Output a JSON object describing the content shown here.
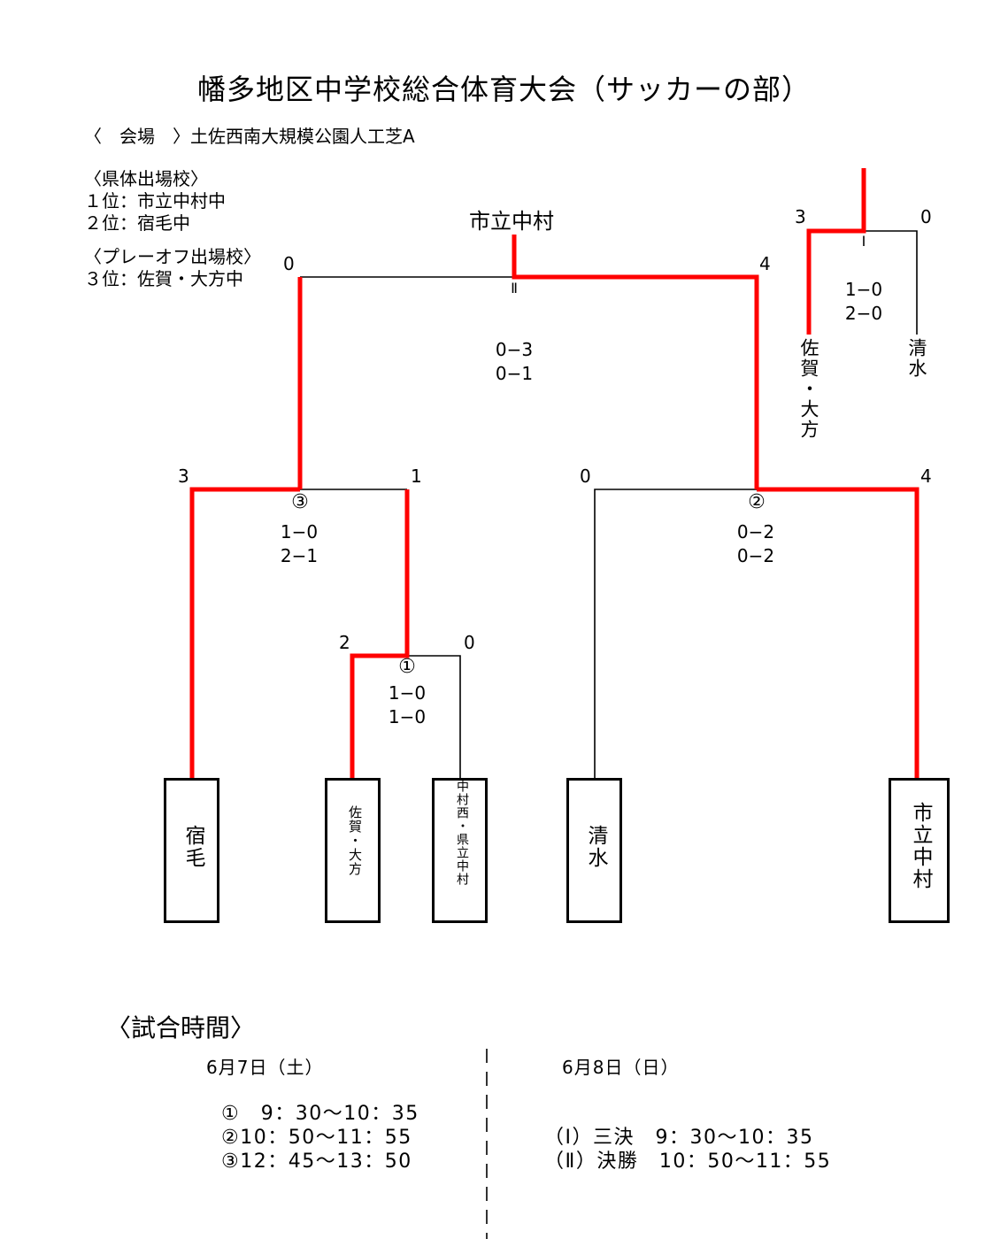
{
  "title": "幡多地区中学校総合体育大会（サッカーの部）",
  "venue": "〈　会場　〉土佐西南大規模公園人工芝A",
  "qualified": {
    "prefectural_heading": "〈県体出場校〉",
    "first": "１位：市立中村中",
    "second": "２位：宿毛中",
    "playoff_heading": "〈プレーオフ出場校〉",
    "third": "３位：佐賀・大方中"
  },
  "champion_label": "市立中村",
  "teams": {
    "sukumo": "宿毛",
    "saga_ogata": "佐賀・大方",
    "nakamura_nishi": "中村西・県立中村",
    "shimizu": "清水",
    "shiritsu_nakamura": "市立中村",
    "saga_ogata_3rd": "佐賀・大方",
    "shimizu_3rd": "清水"
  },
  "matches": {
    "m1": {
      "mark": "①",
      "left": "2",
      "right": "0",
      "half1": "1−0",
      "half2": "1−0"
    },
    "m2": {
      "mark": "②",
      "left": "0",
      "right": "4",
      "half1": "0−2",
      "half2": "0−2"
    },
    "m3": {
      "mark": "③",
      "left": "3",
      "right": "1",
      "half1": "1−0",
      "half2": "2−1"
    },
    "final": {
      "mark": "Ⅱ",
      "left": "0",
      "right": "4",
      "half1": "0−3",
      "half2": "0−1"
    },
    "third_place": {
      "mark": "Ⅰ",
      "left": "3",
      "right": "0",
      "half1": "1−0",
      "half2": "2−0"
    }
  },
  "schedule": {
    "heading": "〈試合時間〉",
    "day1": {
      "date": "6月7日（土）",
      "rows": [
        "①　9：30〜10：35",
        "②10：50〜11：55",
        "③12：45〜13：50"
      ]
    },
    "day2": {
      "date": "6月8日（日）",
      "rows": [
        "（Ⅰ）三決　9：30〜10：35",
        "（Ⅱ）決勝　10：50〜11：55"
      ]
    }
  },
  "colors": {
    "winner_line": "#ff0000",
    "line": "#000000"
  }
}
